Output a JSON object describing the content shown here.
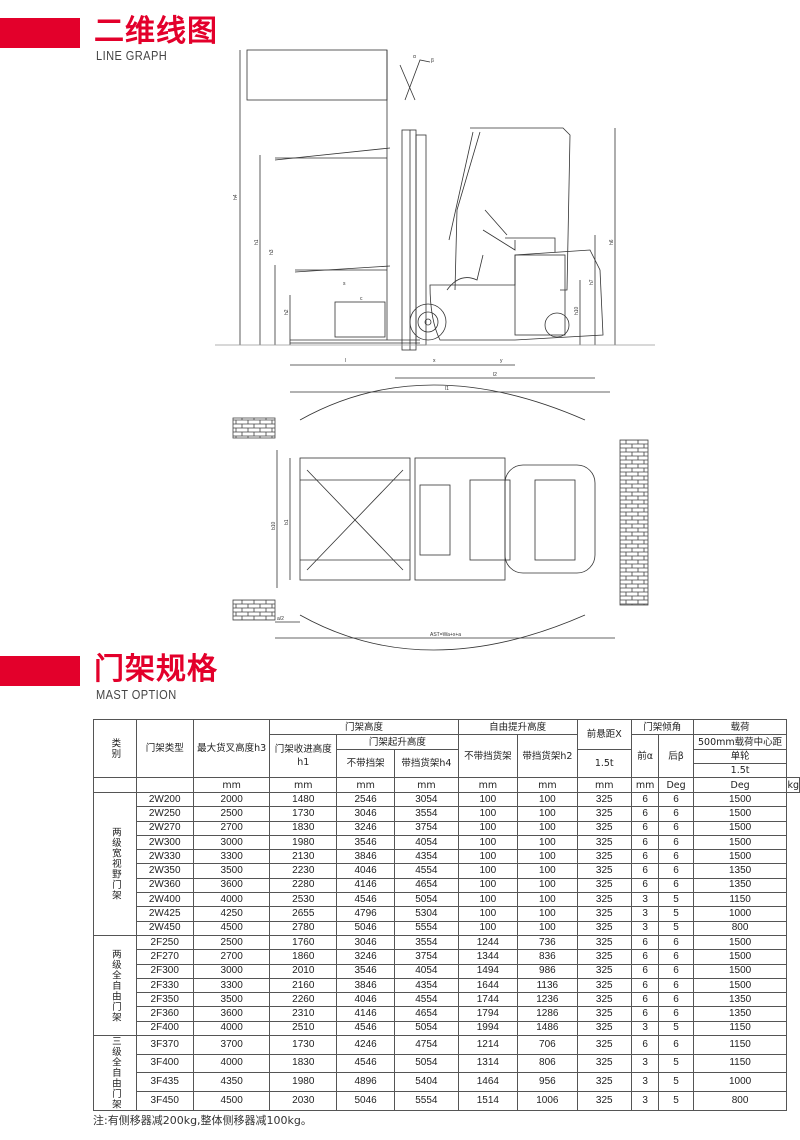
{
  "section1": {
    "title": "二维线图",
    "subtitle": "LINE GRAPH"
  },
  "section2": {
    "title": "门架规格",
    "subtitle": "MAST OPTION"
  },
  "drawing_labels": {
    "h4": "h4",
    "h1": "h1",
    "h3": "h3",
    "h2": "h2",
    "h6": "h6",
    "h7": "h7",
    "h10": "h10",
    "s": "s",
    "c": "c",
    "l": "l",
    "x": "x",
    "y": "y",
    "l2": "l2",
    "l1": "l1",
    "b1": "b1",
    "b10": "b10",
    "ast": "AST=Wa+x+a",
    "a2": "a/2",
    "alpha": "α",
    "beta": "β"
  },
  "colors": {
    "accent": "#e3002b",
    "brick": "#444444"
  },
  "table": {
    "h_category": "类别",
    "h_mast_type": "门架类型",
    "h_max_fork_height": "最大货叉高度h3",
    "h_mast_height": "门架高度",
    "h_retracted_line1": "门架收进高度",
    "h_retracted_line2": "h1",
    "h_extended": "门架起升高度",
    "h_no_backrest": "不带挡架",
    "h_with_backrest": "带挡货架h4",
    "h_free_lift": "自由提升高度",
    "h_free_no_backrest": "不带挡货架",
    "h_free_with_backrest": "带挡货架h2",
    "h_front_overhang": "前悬距X",
    "h_front_overhang_val": "1.5t",
    "h_tilt": "门架倾角",
    "h_tilt_front": "前α",
    "h_tilt_back": "后β",
    "h_load": "载荷",
    "h_load_center": "500mm载荷中心距",
    "h_load_single": "单轮",
    "h_load_val": "1.5t",
    "units": [
      "mm",
      "mm",
      "mm",
      "mm",
      "mm",
      "mm",
      "mm",
      "mm",
      "Deg",
      "Deg",
      "kg"
    ],
    "groups": [
      {
        "name": "两级宽视野门架",
        "rows": [
          [
            "2W200",
            "2000",
            "1480",
            "2546",
            "3054",
            "100",
            "100",
            "325",
            "6",
            "6",
            "1500"
          ],
          [
            "2W250",
            "2500",
            "1730",
            "3046",
            "3554",
            "100",
            "100",
            "325",
            "6",
            "6",
            "1500"
          ],
          [
            "2W270",
            "2700",
            "1830",
            "3246",
            "3754",
            "100",
            "100",
            "325",
            "6",
            "6",
            "1500"
          ],
          [
            "2W300",
            "3000",
            "1980",
            "3546",
            "4054",
            "100",
            "100",
            "325",
            "6",
            "6",
            "1500"
          ],
          [
            "2W330",
            "3300",
            "2130",
            "3846",
            "4354",
            "100",
            "100",
            "325",
            "6",
            "6",
            "1500"
          ],
          [
            "2W350",
            "3500",
            "2230",
            "4046",
            "4554",
            "100",
            "100",
            "325",
            "6",
            "6",
            "1350"
          ],
          [
            "2W360",
            "3600",
            "2280",
            "4146",
            "4654",
            "100",
            "100",
            "325",
            "6",
            "6",
            "1350"
          ],
          [
            "2W400",
            "4000",
            "2530",
            "4546",
            "5054",
            "100",
            "100",
            "325",
            "3",
            "5",
            "1150"
          ],
          [
            "2W425",
            "4250",
            "2655",
            "4796",
            "5304",
            "100",
            "100",
            "325",
            "3",
            "5",
            "1000"
          ],
          [
            "2W450",
            "4500",
            "2780",
            "5046",
            "5554",
            "100",
            "100",
            "325",
            "3",
            "5",
            "800"
          ]
        ]
      },
      {
        "name": "两级全自由门架",
        "rows": [
          [
            "2F250",
            "2500",
            "1760",
            "3046",
            "3554",
            "1244",
            "736",
            "325",
            "6",
            "6",
            "1500"
          ],
          [
            "2F270",
            "2700",
            "1860",
            "3246",
            "3754",
            "1344",
            "836",
            "325",
            "6",
            "6",
            "1500"
          ],
          [
            "2F300",
            "3000",
            "2010",
            "3546",
            "4054",
            "1494",
            "986",
            "325",
            "6",
            "6",
            "1500"
          ],
          [
            "2F330",
            "3300",
            "2160",
            "3846",
            "4354",
            "1644",
            "1136",
            "325",
            "6",
            "6",
            "1500"
          ],
          [
            "2F350",
            "3500",
            "2260",
            "4046",
            "4554",
            "1744",
            "1236",
            "325",
            "6",
            "6",
            "1350"
          ],
          [
            "2F360",
            "3600",
            "2310",
            "4146",
            "4654",
            "1794",
            "1286",
            "325",
            "6",
            "6",
            "1350"
          ],
          [
            "2F400",
            "4000",
            "2510",
            "4546",
            "5054",
            "1994",
            "1486",
            "325",
            "3",
            "5",
            "1150"
          ]
        ]
      },
      {
        "name": "三级全自由门架",
        "rows": [
          [
            "3F370",
            "3700",
            "1730",
            "4246",
            "4754",
            "1214",
            "706",
            "325",
            "6",
            "6",
            "1150"
          ],
          [
            "3F400",
            "4000",
            "1830",
            "4546",
            "5054",
            "1314",
            "806",
            "325",
            "3",
            "5",
            "1150"
          ],
          [
            "3F435",
            "4350",
            "1980",
            "4896",
            "5404",
            "1464",
            "956",
            "325",
            "3",
            "5",
            "1000"
          ],
          [
            "3F450",
            "4500",
            "2030",
            "5046",
            "5554",
            "1514",
            "1006",
            "325",
            "3",
            "5",
            "800"
          ]
        ]
      }
    ]
  },
  "note": "注:有侧移器减200kg,整体侧移器减100kg。"
}
